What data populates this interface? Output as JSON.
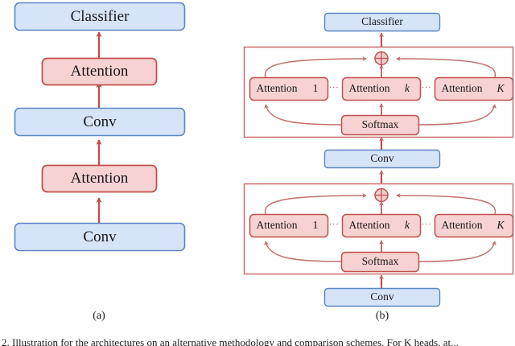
{
  "figure": {
    "caption_partial": "2. Illustration for the architectures on an alternative methodology and comparison schemes. For K heads, at...",
    "subfigures": [
      {
        "id": "a",
        "label": "(a)"
      },
      {
        "id": "b",
        "label": "(b)"
      }
    ]
  },
  "colors": {
    "conv_fill": "#d6e4f7",
    "conv_stroke": "#5b86c4",
    "attention_fill": "#f6d2d2",
    "attention_stroke": "#c0504d",
    "arrow_red": "#c0504d",
    "block_stroke": "#cf6a6a",
    "text": "#17171a",
    "page_bg": "#ffffff"
  },
  "panel_a": {
    "name": "serial-attention-stack",
    "nodes": [
      {
        "id": "a-classifier",
        "label": "Classifier",
        "type": "classifier"
      },
      {
        "id": "a-attention-top",
        "label": "Attention",
        "type": "attention"
      },
      {
        "id": "a-conv-mid",
        "label": "Conv",
        "type": "conv"
      },
      {
        "id": "a-attention-bottom",
        "label": "Attention",
        "type": "attention"
      },
      {
        "id": "a-conv-bottom",
        "label": "Conv",
        "type": "conv"
      }
    ],
    "flow_direction": "bottom-to-top"
  },
  "panel_b": {
    "name": "multi-head-attention-stack",
    "nodes": [
      {
        "id": "b-classifier",
        "label": "Classifier",
        "type": "classifier"
      },
      {
        "id": "b-conv-mid",
        "label": "Conv",
        "type": "conv"
      },
      {
        "id": "b-conv-bottom",
        "label": "Conv",
        "type": "conv"
      }
    ],
    "blocks": [
      {
        "id": "b-block-upper",
        "name": "multi-head-block-upper",
        "sum_node": "plus-circle",
        "heads": [
          {
            "label_prefix": "Attention",
            "index": "1",
            "italic_index": false
          },
          {
            "label_prefix": "Attention",
            "index": "k",
            "italic_index": true
          },
          {
            "label_prefix": "Attention",
            "index": "K",
            "italic_index": true
          }
        ],
        "gate": {
          "label": "Softmax"
        },
        "ellipsis": "···"
      },
      {
        "id": "b-block-lower",
        "name": "multi-head-block-lower",
        "sum_node": "plus-circle",
        "heads": [
          {
            "label_prefix": "Attention",
            "index": "1",
            "italic_index": false
          },
          {
            "label_prefix": "Attention",
            "index": "k",
            "italic_index": true
          },
          {
            "label_prefix": "Attention",
            "index": "K",
            "italic_index": true
          }
        ],
        "gate": {
          "label": "Softmax"
        },
        "ellipsis": "···"
      }
    ]
  }
}
